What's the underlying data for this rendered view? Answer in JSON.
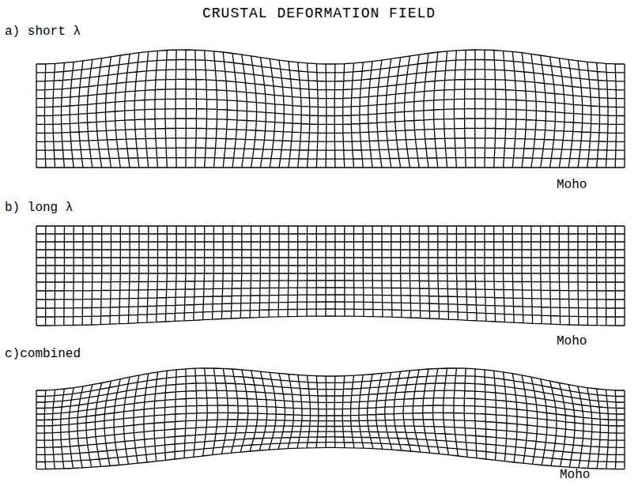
{
  "diagram": {
    "title": "CRUSTAL DEFORMATION FIELD",
    "labels": [
      "a) short λ",
      "Moho",
      "b) long λ",
      "Moho",
      "c)combined",
      "Moho"
    ]
  }
}
